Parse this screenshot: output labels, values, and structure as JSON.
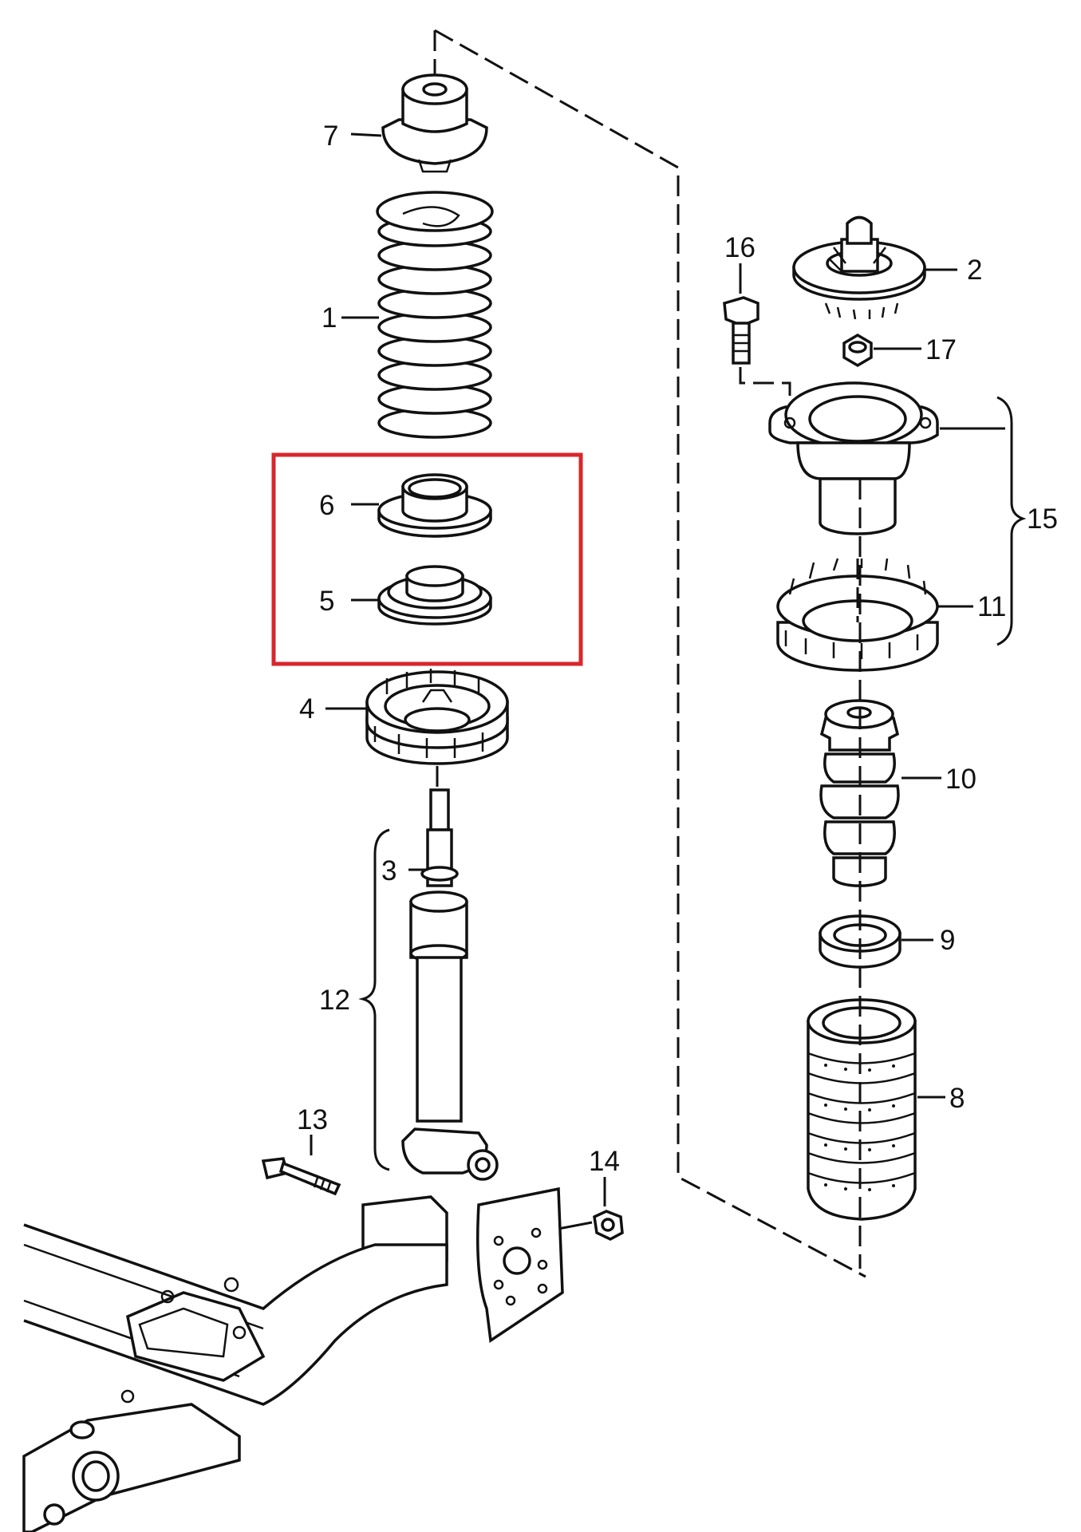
{
  "labels": {
    "part_1": "1",
    "part_2": "2",
    "part_3": "3",
    "part_4": "4",
    "part_5": "5",
    "part_6": "6",
    "part_7": "7",
    "part_8": "8",
    "part_9": "9",
    "part_10": "10",
    "part_11": "11",
    "part_12": "12",
    "part_13": "13",
    "part_14": "14",
    "part_15": "15",
    "part_16": "16",
    "part_17": "17"
  },
  "colors": {
    "line": "#111111",
    "highlight_box": "#d9262b",
    "background": "#ffffff"
  }
}
